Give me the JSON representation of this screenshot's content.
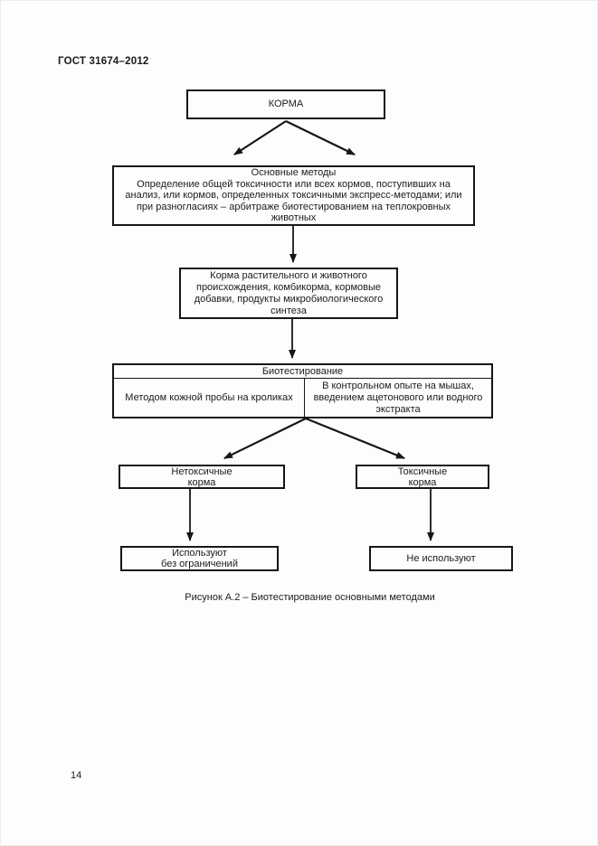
{
  "page": {
    "header": "ГОСТ 31674–2012",
    "page_number": "14",
    "caption": "Рисунок А.2 – Биотестирование основными методами"
  },
  "colors": {
    "ink": "#1b1b1b",
    "paper": "#fdfdfd"
  },
  "flowchart": {
    "korma": "КОРМА",
    "methods_title": "Основные методы",
    "methods_body": "Определение общей токсичности или всех кормов, поступивших на\nанализ, или кормов, определенных токсичными экспресс-методами; или\nпри разногласиях – арбитраже биотестированием на теплокровных\nживотных",
    "feeds": "Корма растительного и животного\nпроисхождения, комбикорма, кормовые\nдобавки, продукты микробиологического\nсинтеза",
    "biotest_header": "Биотестирование",
    "biotest_left": "Методом кожной пробы на кроликах",
    "biotest_right": "В контрольном опыте на мышах,\nвведением ацетонового или водного\nэкстракта",
    "nontoxic": "Нетоксичные\nкорма",
    "toxic": "Токсичные\nкорма",
    "use": "Используют\nбез ограничений",
    "not_use": "Не используют"
  }
}
